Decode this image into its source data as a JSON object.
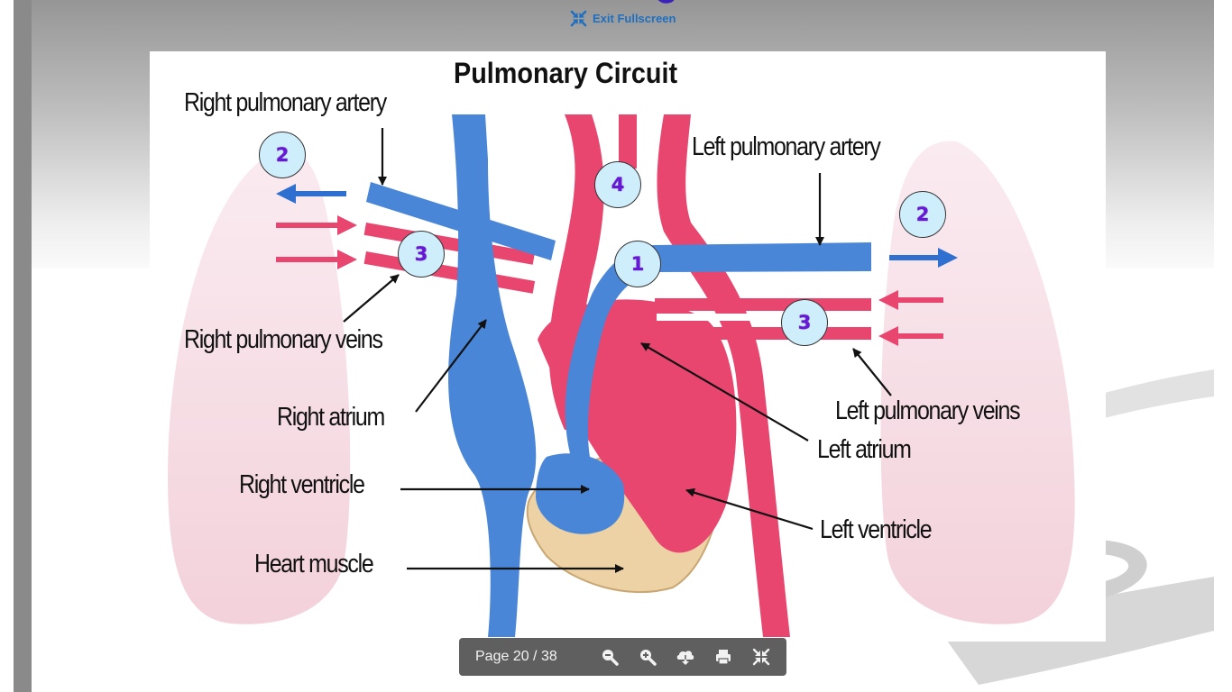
{
  "header": {
    "exit_fullscreen_label": "Exit Fullscreen"
  },
  "diagram": {
    "title": "Pulmonary Circuit",
    "labels": {
      "right_pulmonary_artery": "Right pulmonary artery",
      "left_pulmonary_artery": "Left pulmonary artery",
      "right_pulmonary_veins": "Right pulmonary veins",
      "right_atrium": "Right atrium",
      "left_pulmonary_veins": "Left pulmonary veins",
      "left_atrium": "Left atrium",
      "right_ventricle": "Right ventricle",
      "left_ventricle": "Left ventricle",
      "heart_muscle": "Heart muscle"
    },
    "badges": [
      "2",
      "4",
      "3",
      "1",
      "2",
      "3"
    ],
    "colors": {
      "deoxygenated": "#4a86d8",
      "oxygenated": "#e8456f",
      "muscle": "#ecd2a4",
      "lung": "#f4d3dc",
      "badge_fill": "#cfeefc",
      "badge_text": "#6a16d9"
    }
  },
  "toolbar": {
    "page_label": "Page 20 / 38",
    "current_page": 20,
    "total_pages": 38,
    "buttons": [
      "zoom-out-icon",
      "zoom-in-icon",
      "download-icon",
      "print-icon",
      "exit-fullscreen-icon"
    ]
  }
}
